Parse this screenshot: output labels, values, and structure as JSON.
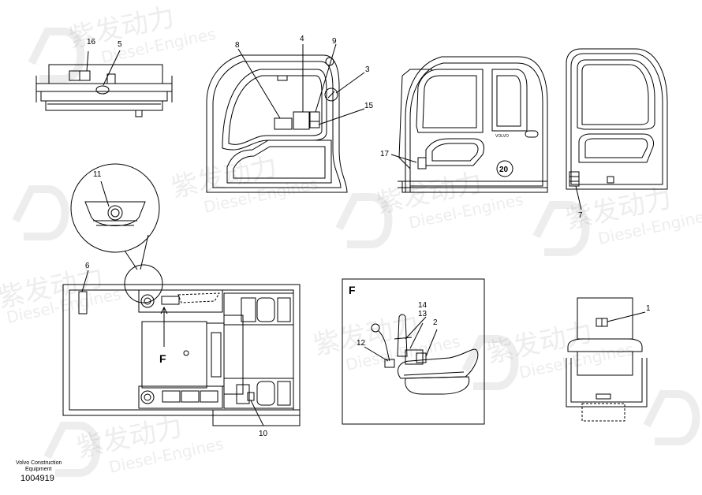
{
  "callouts": [
    "16",
    "5",
    "8",
    "4",
    "9",
    "3",
    "15",
    "17",
    "7",
    "11",
    "6",
    "14",
    "13",
    "2",
    "12",
    "1",
    "10"
  ],
  "view_letters": {
    "section_f_marker": "F",
    "detail_f_title": "F"
  },
  "cab_badge": "20",
  "cab_brand": "VOLVO",
  "watermark": {
    "chinese": "紫发动力",
    "english": "Diesel-Engines"
  },
  "footer": {
    "company_line1": "Volvo Construction",
    "company_line2": "Equipment",
    "part_number": "1004919"
  }
}
